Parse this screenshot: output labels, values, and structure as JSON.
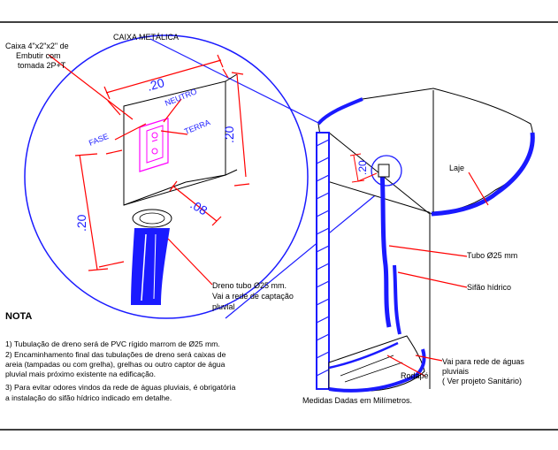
{
  "title": "CAIXA METÁLICA",
  "box_label": [
    "Caixa 4\"x2\"x2\" de",
    "Embutir com",
    "tomada 2P+T"
  ],
  "wire_labels": {
    "fase": "FASE",
    "neutro": "NEUTRO",
    "terra": "TERRA"
  },
  "dimensions": {
    "top": ".20",
    "right": ".20",
    "left": ".20",
    "depth": ".08",
    "wall": ".20"
  },
  "drain_label": [
    "Dreno tubo Ø25 mm.",
    "Vai a rede de captação",
    "pluvial"
  ],
  "right_labels": {
    "laje": "Laje",
    "tubo": "Tubo Ø25 mm",
    "sifao": "Sifão hídrico",
    "rodape": "Rodapé",
    "rede": [
      "Vai para rede de águas",
      "pluviais",
      "( Ver projeto Sanitário)"
    ]
  },
  "units_note": "Medidas Dadas em Milímetros.",
  "note": {
    "title": "NOTA",
    "lines": [
      "1) Tubulação de dreno será de PVC rígido marrom de Ø25 mm.",
      "2) Encaminhamento final das tubulações de dreno será caixas de",
      "areia (tampadas ou com grelha), grelhas ou outro captor de água",
      "pluvial mais próximo existente na edificação.",
      "3) Para evitar odores vindos da rede de águas pluviais, é obrigatória",
      "a instalação do sifão hídrico indicado em detalhe."
    ]
  },
  "colors": {
    "blue": "#1a1aff",
    "red": "#ff0000",
    "magenta": "#ff00ff"
  }
}
